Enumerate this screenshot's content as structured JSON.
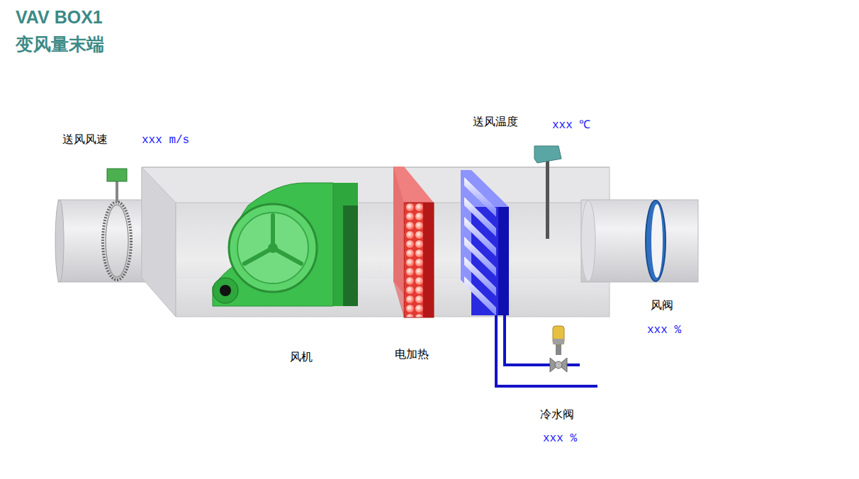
{
  "diagram": {
    "title": "VAV BOX1",
    "labels": [
      "变风量末端",
      "送风风速",
      "xxx m/s",
      "送风温度",
      "xxx ℃",
      "风阀",
      "xxx %",
      "风机",
      "电加热",
      "冷水阀",
      "xxx %"
    ]
  }
}
